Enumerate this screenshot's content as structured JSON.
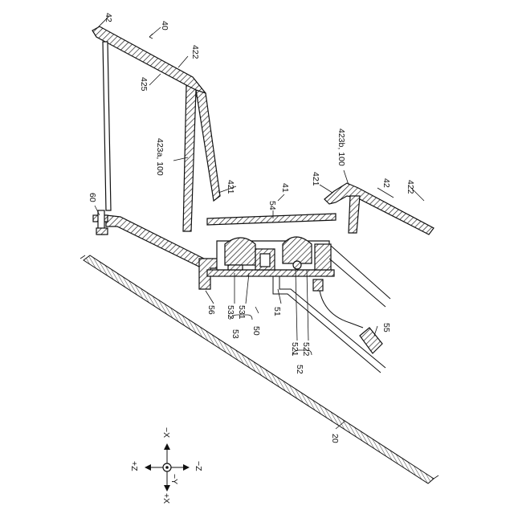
{
  "labels": {
    "l42_top": "42",
    "l40": "40",
    "l422_top": "422",
    "l425": "425",
    "l423a": "423a, 100",
    "l421_left": "421",
    "l41": "41",
    "l421_right": "421",
    "l423b": "423b, 100",
    "l42_right": "42",
    "l422_right": "422",
    "l60": "60",
    "l54": "54",
    "l56": "56",
    "l532": "532",
    "l531": "531",
    "l53": "53",
    "l50": "50",
    "l51": "51",
    "l521": "521",
    "l522": "522",
    "l52": "52",
    "l55": "55",
    "l20": "20"
  },
  "axes": {
    "minus_x": "−X",
    "plus_x": "+X",
    "plus_z": "+Z",
    "minus_z": "−Z",
    "minus_y": "−Y"
  }
}
